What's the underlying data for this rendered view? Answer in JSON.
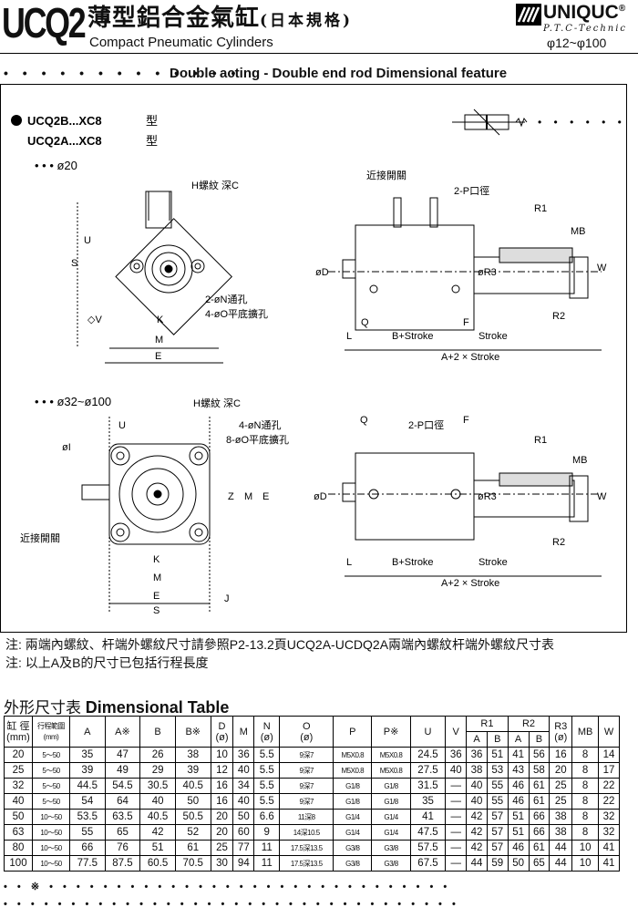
{
  "header": {
    "model_code": "UCQ2",
    "title_cn": "薄型鋁合金氣缸",
    "title_cn_paren": "(日本規格)",
    "title_en": "Compact Pneumatic Cylinders",
    "brand": "UNIQUC",
    "brand_registered": "®",
    "brand_sub": "P.T.C-Technic",
    "bore_range": "φ12~φ100"
  },
  "section": {
    "leader_dots": "• • • • • • • • • • • • •",
    "title": "Double acting - Double end rod Dimensional feature"
  },
  "drawing": {
    "model_line1": "UCQ2B...XC8",
    "model_line2": "UCQ2A...XC8",
    "type_char": "型",
    "bore_small": "• • • ø20",
    "bore_large": "• • • ø32~ø100",
    "labels": {
      "h_thread": "H螺紋 深C",
      "n_hole": "2-øN通孔",
      "o_counterbore": "4-øO平底擴孔",
      "n_hole_4": "4-øN通孔",
      "o_counterbore_8": "8-øO平底擴孔",
      "proximity": "近接開關",
      "port": "2-P口徑",
      "u": "U",
      "s": "S",
      "v": "◇V",
      "k": "K",
      "m": "M",
      "e": "E",
      "i": "øI",
      "z": "Z",
      "j": "J",
      "d": "øD",
      "r3": "øR3",
      "r1": "R1",
      "r2": "R2",
      "mb": "MB",
      "w": "W",
      "q": "Q",
      "f": "F",
      "l": "L",
      "b_stroke": "B+Stroke",
      "stroke": "Stroke",
      "a_stroke": "A+2 × Stroke"
    }
  },
  "notes": [
    "注: 兩端內螺紋、杆端外螺紋尺寸請參照P2-13.2頁UCQ2A-UCDQ2A兩端內螺紋杆端外螺紋尺寸表",
    "注: 以上A及B的尺寸已包括行程長度"
  ],
  "table": {
    "title_cn": "外形尺寸表",
    "title_en": "Dimensional Table",
    "headers": {
      "bore": "缸 徑",
      "bore_unit": "(mm)",
      "stroke": "行程範圍",
      "stroke_unit": "(mm)",
      "a": "A",
      "a_star": "A※",
      "b": "B",
      "b_star": "B※",
      "d": "D",
      "d_unit": "(ø)",
      "m": "M",
      "n": "N",
      "n_unit": "(ø)",
      "o": "O",
      "o_unit": "(ø)",
      "p": "P",
      "p_star": "P※",
      "u": "U",
      "v": "V",
      "r1": "R1",
      "r2": "R2",
      "r3": "R3",
      "r3_unit": "(ø)",
      "sub_a": "A",
      "sub_b": "B",
      "mb": "MB",
      "w": "W"
    },
    "rows": [
      [
        "20",
        "5～50",
        "35",
        "47",
        "26",
        "38",
        "10",
        "36",
        "5.5",
        "9深7",
        "M5X0.8",
        "M5X0.8",
        "24.5",
        "36",
        "36",
        "51",
        "41",
        "56",
        "16",
        "8",
        "14"
      ],
      [
        "25",
        "5～50",
        "39",
        "49",
        "29",
        "39",
        "12",
        "40",
        "5.5",
        "9深7",
        "M5X0.8",
        "M5X0.8",
        "27.5",
        "40",
        "38",
        "53",
        "43",
        "58",
        "20",
        "8",
        "17"
      ],
      [
        "32",
        "5～50",
        "44.5",
        "54.5",
        "30.5",
        "40.5",
        "16",
        "34",
        "5.5",
        "9深7",
        "G1/8",
        "G1/8",
        "31.5",
        "—",
        "40",
        "55",
        "46",
        "61",
        "25",
        "8",
        "22"
      ],
      [
        "40",
        "5～50",
        "54",
        "64",
        "40",
        "50",
        "16",
        "40",
        "5.5",
        "9深7",
        "G1/8",
        "G1/8",
        "35",
        "—",
        "40",
        "55",
        "46",
        "61",
        "25",
        "8",
        "22"
      ],
      [
        "50",
        "10～50",
        "53.5",
        "63.5",
        "40.5",
        "50.5",
        "20",
        "50",
        "6.6",
        "11深8",
        "G1/4",
        "G1/4",
        "41",
        "—",
        "42",
        "57",
        "51",
        "66",
        "38",
        "8",
        "32"
      ],
      [
        "63",
        "10～50",
        "55",
        "65",
        "42",
        "52",
        "20",
        "60",
        "9",
        "14深10.5",
        "G1/4",
        "G1/4",
        "47.5",
        "—",
        "42",
        "57",
        "51",
        "66",
        "38",
        "8",
        "32"
      ],
      [
        "80",
        "10～50",
        "66",
        "76",
        "51",
        "61",
        "25",
        "77",
        "11",
        "17.5深13.5",
        "G3/8",
        "G3/8",
        "57.5",
        "—",
        "42",
        "57",
        "46",
        "61",
        "44",
        "10",
        "41"
      ],
      [
        "100",
        "10～50",
        "77.5",
        "87.5",
        "60.5",
        "70.5",
        "30",
        "94",
        "11",
        "17.5深13.5",
        "G3/8",
        "G3/8",
        "67.5",
        "—",
        "44",
        "59",
        "50",
        "65",
        "44",
        "10",
        "41"
      ]
    ]
  },
  "footer": {
    "line1": "• • ※ • • • • • • • • • • • • • • • • • • • • • • • • • • • • • •",
    "line2": "• • • • • • • • • • • • • • • • • • • • • • • • • • • • • • • • • •"
  }
}
